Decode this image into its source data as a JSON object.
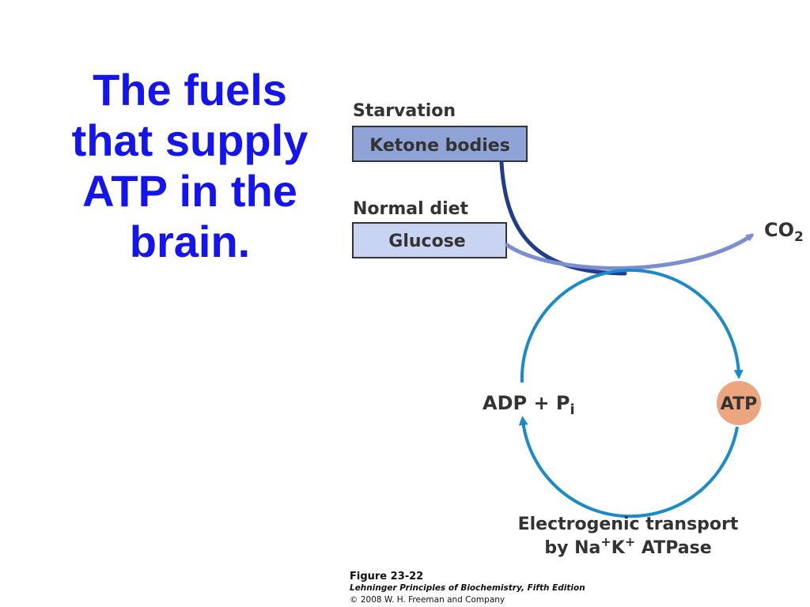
{
  "title": {
    "lines": [
      "The fuels",
      "that supply",
      "ATP in the",
      "brain."
    ]
  },
  "diagram": {
    "starvation_label": "Starvation",
    "ketone_box": "Ketone bodies",
    "normal_diet_label": "Normal diet",
    "glucose_box": "Glucose",
    "co2_main": "CO",
    "co2_sub": "2",
    "adp_main": "ADP + P",
    "adp_sub": "i",
    "atp": "ATP",
    "transport_line1": "Electrogenic transport",
    "transport_line2_prefix": "by Na",
    "transport_sup1": "+",
    "transport_k": "K",
    "transport_sup2": "+",
    "transport_suffix": " ATPase",
    "colors": {
      "ketone_fill": "#8fa3d6",
      "glucose_fill": "#c9d4f2",
      "ketone_arrow": "#1f3d8c",
      "glucose_arrow": "#7b8fd0",
      "cycle": "#1a8ac9",
      "atp_circle": "#eba57f",
      "title": "#1414ee"
    }
  },
  "caption": {
    "figure": "Figure 23-22",
    "book": "Lehninger Principles of Biochemistry, Fifth Edition",
    "copyright": "© 2008 W. H. Freeman and Company"
  }
}
